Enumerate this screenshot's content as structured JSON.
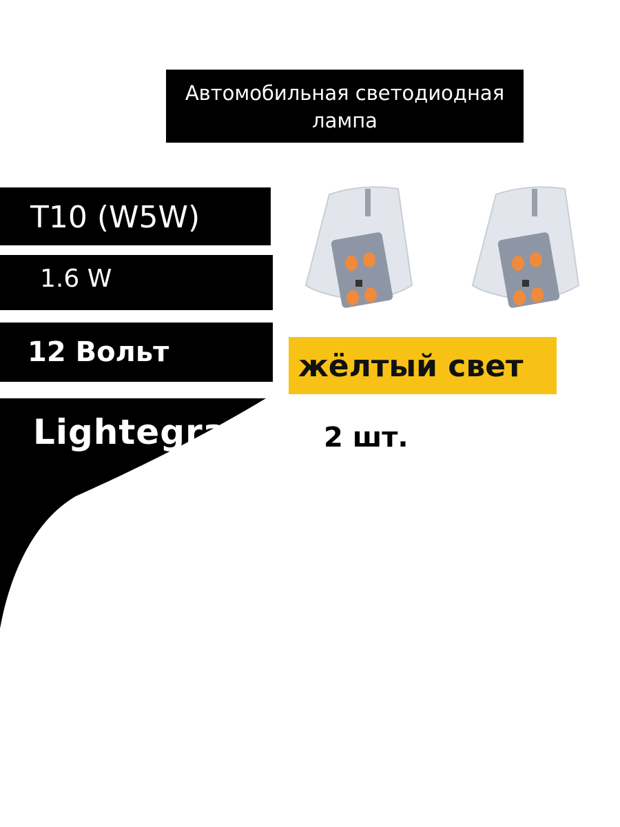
{
  "title": {
    "line1": "Автомобильная светодиодная",
    "line2": "лампа"
  },
  "specs": {
    "socket": "T10 (W5W)",
    "power": "1.6 W",
    "voltage": "12 Вольт"
  },
  "brand": {
    "name": "Lightegra"
  },
  "light_color": "жёлтый свет",
  "quantity": "2 шт.",
  "colors": {
    "background": "#ffffff",
    "panel": "#000000",
    "badge": "#f7c215",
    "bulb_body": "#e2e6ec",
    "led": "#f08a3c"
  },
  "product_images": [
    {
      "icon": "led-bulb-icon"
    },
    {
      "icon": "led-bulb-icon"
    }
  ]
}
